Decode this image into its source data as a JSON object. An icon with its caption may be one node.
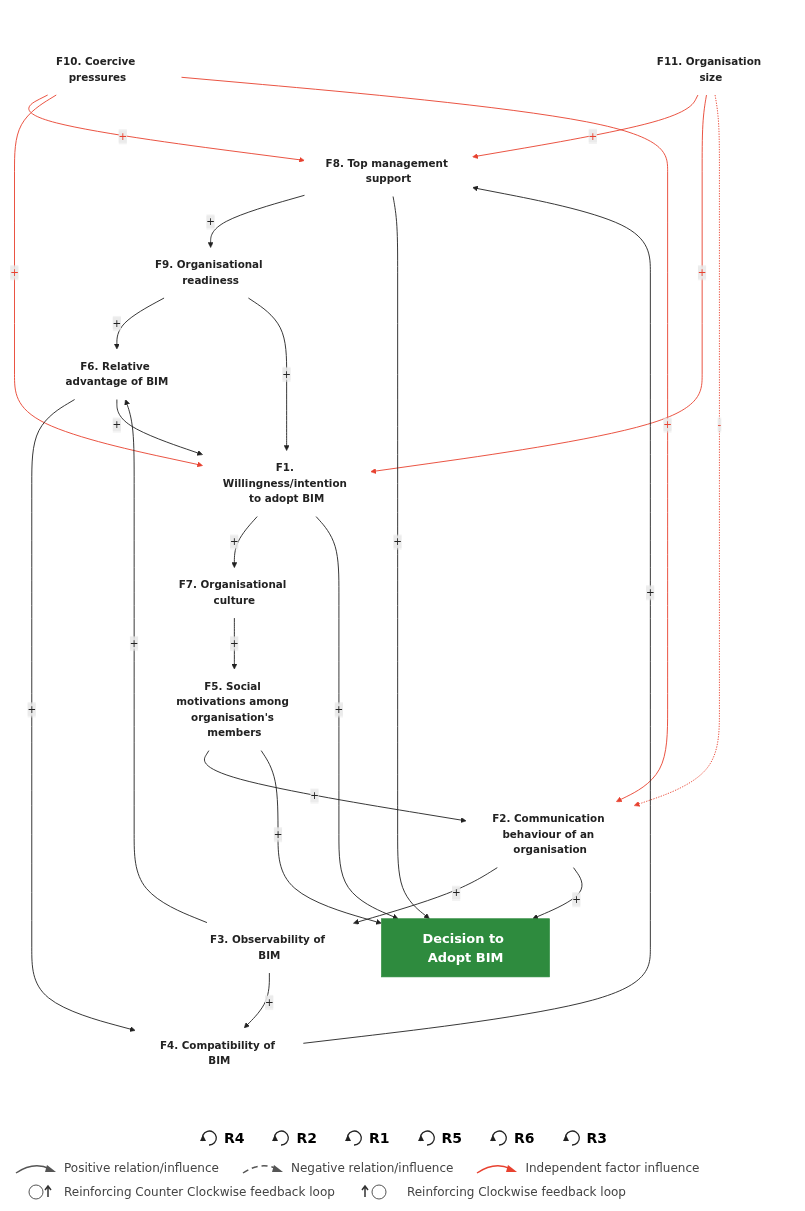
{
  "diagram": {
    "nodes": [
      {
        "text": [
          "F10. Coercive pressures"
        ]
      },
      {
        "text": [
          "F11. Organisation size"
        ]
      },
      {
        "text": [
          "F8. Top management support"
        ]
      },
      {
        "text": [
          "F9. Organisational readiness"
        ]
      },
      {
        "text": [
          "F6. Relative advantage of BIM"
        ]
      },
      {
        "text": [
          "F4. Compatibility of BIM"
        ]
      },
      {
        "text": [
          "F1. Willingness/intention to adopt BIM"
        ]
      },
      {
        "text": [
          "F3. Observability of BIM"
        ]
      },
      {
        "text": [
          "F2. Communication behaviour of an organisation"
        ]
      },
      {
        "text": [
          "F7. Organisational culture"
        ]
      },
      {
        "text": [
          "F5. Social motivations among organisation's members"
        ]
      },
      {
        "text": [
          "Decision to Adopt BIM"
        ]
      }
    ],
    "edges": [
      {
        "from": 0,
        "to": 2,
        "arrow": "to",
        "label": "+",
        "color": "#e8412f"
      },
      {
        "from": 1,
        "to": 2,
        "arrow": "to",
        "label": "+",
        "color": "#e8412f"
      },
      {
        "from": 0,
        "to": 6,
        "arrow": "to",
        "label": "+",
        "color": "#e8412f"
      },
      {
        "from": 1,
        "to": 6,
        "arrow": "to",
        "label": "+",
        "color": "#e8412f"
      },
      {
        "from": 0,
        "to": 8,
        "arrow": "to",
        "label": "+",
        "color": "#e8412f"
      },
      {
        "from": 1,
        "to": 8,
        "arrow": "to",
        "label": "-",
        "style": "dashed",
        "color": "#e8412f"
      },
      {
        "from": 2,
        "to": 3,
        "arrow": "to",
        "label": "+"
      },
      {
        "from": 3,
        "to": 4,
        "arrow": "to",
        "label": "+"
      },
      {
        "from": 3,
        "to": 6,
        "arrow": "to",
        "label": "+"
      },
      {
        "from": 4,
        "to": 5,
        "arrow": "to",
        "label": "+"
      },
      {
        "from": 4,
        "to": 6,
        "arrow": "to",
        "label": "+"
      },
      {
        "from": 5,
        "to": 2,
        "arrow": "to",
        "label": "+"
      },
      {
        "from": 7,
        "to": 5,
        "arrow": "to",
        "label": "+"
      },
      {
        "from": 7,
        "to": 4,
        "arrow": "to",
        "label": "+"
      },
      {
        "from": 8,
        "to": 7,
        "arrow": "to",
        "label": "+"
      },
      {
        "from": 6,
        "to": 9,
        "arrow": "to",
        "label": "+"
      },
      {
        "from": 9,
        "to": 10,
        "arrow": "to",
        "label": "+"
      },
      {
        "from": 10,
        "to": 8,
        "arrow": "to",
        "label": "+"
      },
      {
        "from": 2,
        "to": 11,
        "arrow": "to",
        "label": "+"
      },
      {
        "from": 8,
        "to": 11,
        "arrow": "to",
        "label": "+"
      },
      {
        "from": 10,
        "to": 11,
        "arrow": "to",
        "label": "+"
      },
      {
        "from": 6,
        "to": 11,
        "arrow": "to",
        "label": "+"
      }
    ],
    "labels": [
      "R4",
      "R2",
      "R1",
      "R5",
      "R6",
      "R3"
    ],
    "legend": [
      {
        "text": "Positive relation/influence"
      },
      {
        "text": "Negative relation/influence"
      },
      {
        "text": "Independent factor influence"
      },
      {
        "text": "Reinforcing Counter Clockwise feedback loop"
      },
      {
        "text": "Reinforcing Clockwise feedback loop"
      }
    ]
  }
}
